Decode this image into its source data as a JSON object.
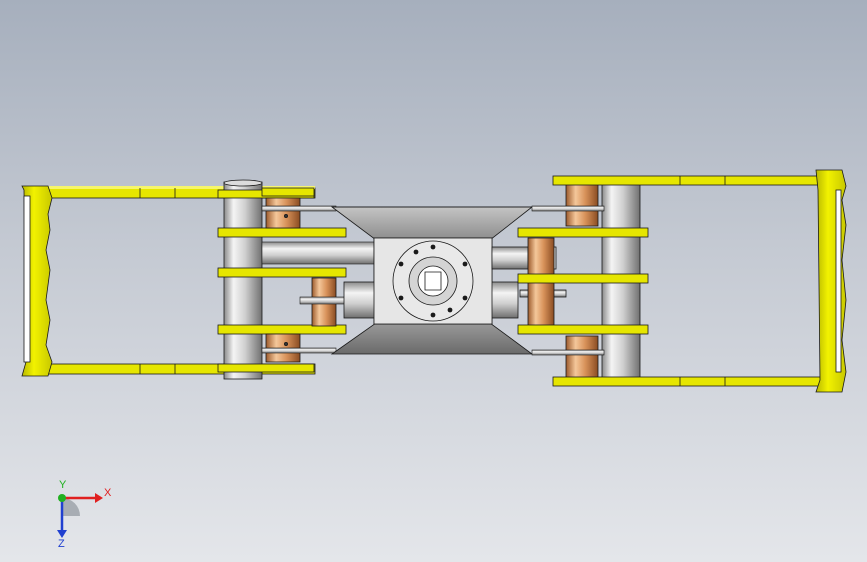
{
  "viewport": {
    "background_top": "#a6afbd",
    "background_bottom": "#e4e6ea"
  },
  "colors": {
    "link_yellow": "#e6e600",
    "link_yellow_dark": "#9a9a00",
    "steel_light": "#e8e8e8",
    "steel_mid": "#bdbdbd",
    "steel_dark": "#6e6e6e",
    "bronze_light": "#f4c79a",
    "bronze_mid": "#d8925a",
    "bronze_dark": "#9c5a2c",
    "outline": "#1a1a1a"
  },
  "triad": {
    "x_label": "X",
    "y_label": "Y",
    "z_label": "Z",
    "x_color": "#e02020",
    "y_color": "#20b020",
    "z_color": "#2040d0"
  }
}
